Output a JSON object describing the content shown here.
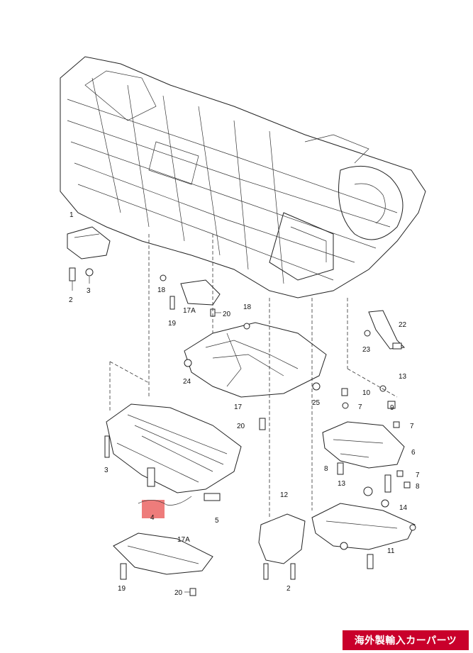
{
  "callouts": {
    "c1": "1",
    "c2a": "2",
    "c3a": "3",
    "c3b": "3",
    "c18a": "18",
    "c17a_top": "17A",
    "c19a": "19",
    "c20a": "20",
    "c18b": "18",
    "c22": "22",
    "c23": "23",
    "c24": "24",
    "c17": "17",
    "c25": "25",
    "c20b": "20",
    "c10": "10",
    "c7a": "7",
    "c13a": "13",
    "c9": "9",
    "c7b": "7",
    "c6": "6",
    "c8a": "8",
    "c13b": "13",
    "c7c": "7",
    "c8b": "8",
    "c14": "14",
    "c4": "4",
    "c5": "5",
    "c12": "12",
    "c11": "11",
    "c2b": "2",
    "c17a_bottom": "17A",
    "c19b": "19",
    "c20c": "20"
  },
  "highlight_color": "#e8504f",
  "badge": {
    "text": "海外製輸入カーパーツ",
    "color": "#c9002b"
  }
}
